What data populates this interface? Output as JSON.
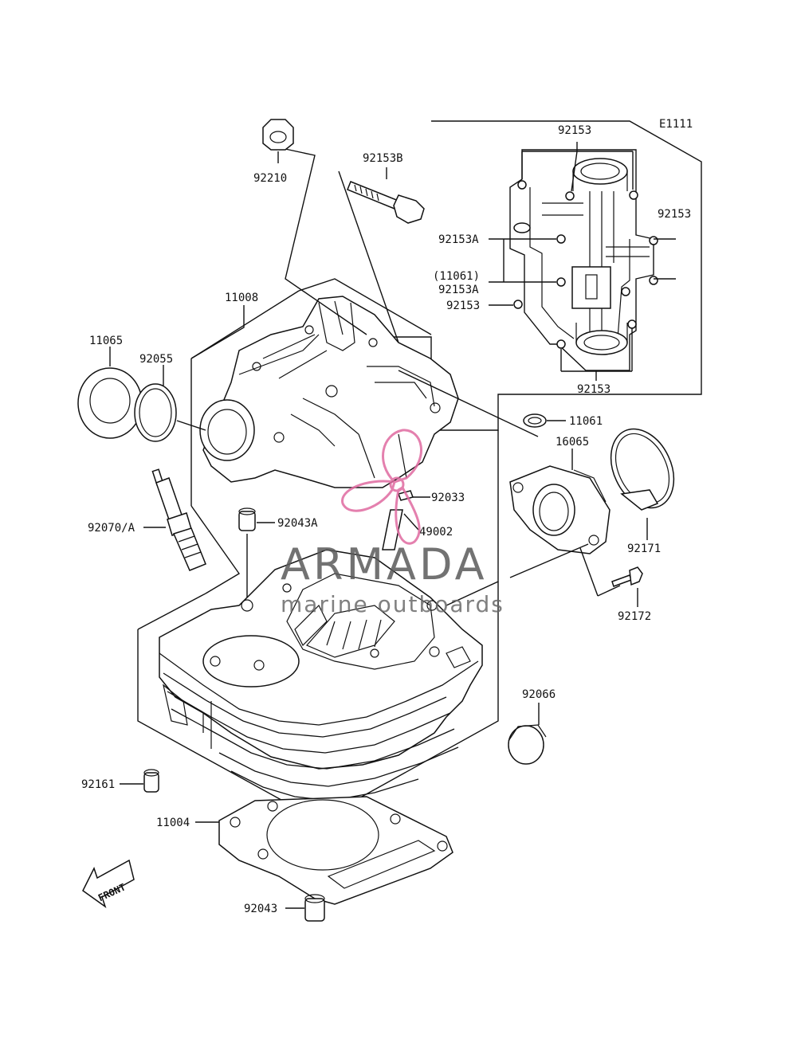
{
  "diagram": {
    "code": "E1111",
    "labels": [
      {
        "id": "92210",
        "text": "92210"
      },
      {
        "id": "92153b",
        "text": "92153B"
      },
      {
        "id": "92153-top",
        "text": "92153"
      },
      {
        "id": "92153-right",
        "text": "92153"
      },
      {
        "id": "92153a-1",
        "text": "92153A"
      },
      {
        "id": "11061-paren",
        "text": "(11061)"
      },
      {
        "id": "92153a-2",
        "text": "92153A"
      },
      {
        "id": "92153-left",
        "text": "92153"
      },
      {
        "id": "92153-bottom",
        "text": "92153"
      },
      {
        "id": "11008",
        "text": "11008"
      },
      {
        "id": "11065",
        "text": "11065"
      },
      {
        "id": "92055",
        "text": "92055"
      },
      {
        "id": "11061",
        "text": "11061"
      },
      {
        "id": "16065",
        "text": "16065"
      },
      {
        "id": "92033",
        "text": "92033"
      },
      {
        "id": "49002",
        "text": "49002"
      },
      {
        "id": "92070a",
        "text": "92070/A"
      },
      {
        "id": "92043a",
        "text": "92043A"
      },
      {
        "id": "92171",
        "text": "92171"
      },
      {
        "id": "92172",
        "text": "92172"
      },
      {
        "id": "92066",
        "text": "92066"
      },
      {
        "id": "92161",
        "text": "92161"
      },
      {
        "id": "11004",
        "text": "11004"
      },
      {
        "id": "92043",
        "text": "92043"
      }
    ],
    "front_arrow": "FRONT"
  },
  "watermark": {
    "brand": "ARMADA",
    "tagline": "marine outboards",
    "brand_color": "#5a5a5a",
    "logo_color": "#e06aa0"
  }
}
